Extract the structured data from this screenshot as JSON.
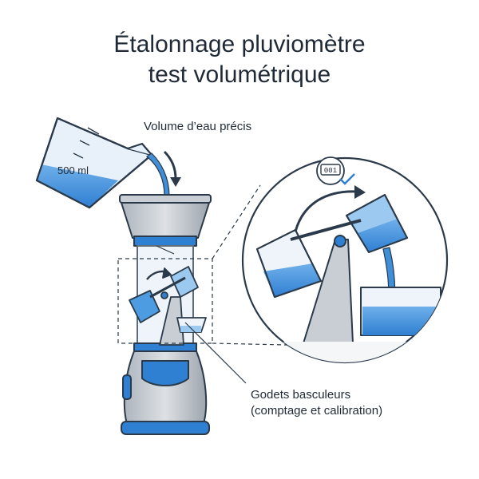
{
  "title": {
    "line1": "Étalonnage pluviomètre",
    "line2": "test volumétrique"
  },
  "labels": {
    "water_volume": "Volume d’eau précis",
    "beaker_volume": "500 ml",
    "counter_digits": "001",
    "tipping_buckets_line1": "Godets basculeurs",
    "tipping_buckets_line2": "(comptage et calibration)"
  },
  "colors": {
    "outline": "#2b3a4a",
    "water": "#3f8ed8",
    "water_light": "#9cc9ef",
    "accent_blue": "#2f7fd2",
    "body_grey": "#c9ced4",
    "dark_grey": "#8d949c"
  }
}
